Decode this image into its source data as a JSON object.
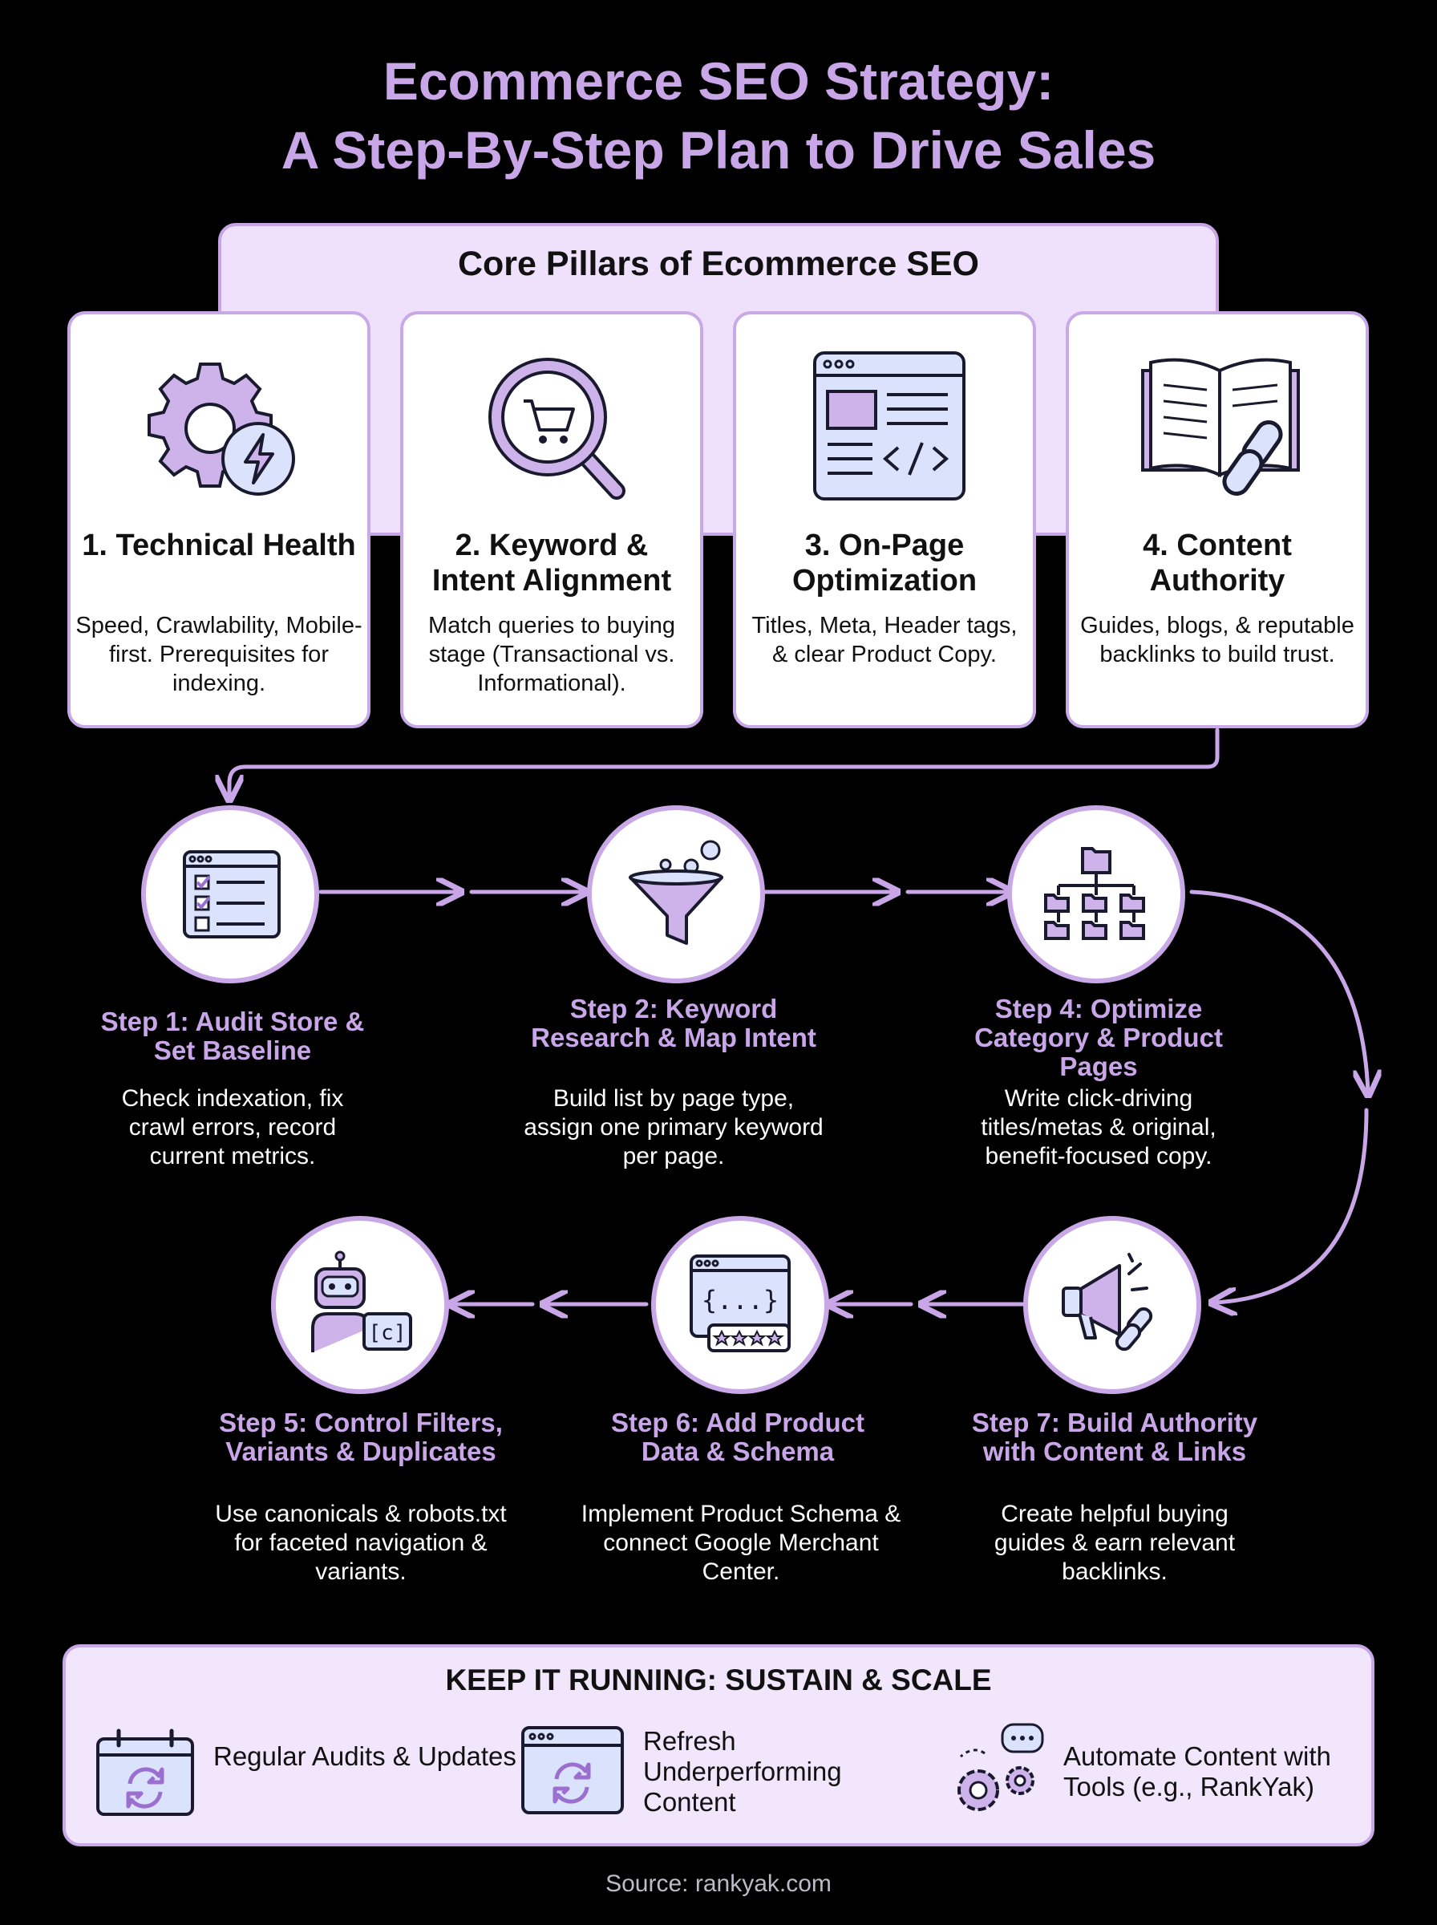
{
  "title_line1": "Ecommerce SEO Strategy:",
  "title_line2": "A Step-By-Step Plan to Drive Sales",
  "pillars": {
    "heading": "Core Pillars of Ecommerce SEO",
    "items": [
      {
        "title": "1. Technical Health",
        "desc": "Speed, Crawlability, Mobile-first. Prerequisites for indexing.",
        "icon": "gear-lightning-icon"
      },
      {
        "title": "2. Keyword & Intent Alignment",
        "desc": "Match queries to buying stage (Transactional vs. Informational).",
        "icon": "magnifier-cart-icon"
      },
      {
        "title": "3. On-Page Optimization",
        "desc": "Titles, Meta, Header tags, & clear Product Copy.",
        "icon": "browser-code-icon"
      },
      {
        "title": "4. Content Authority",
        "desc": "Guides, blogs, & reputable backlinks to build trust.",
        "icon": "book-link-icon"
      }
    ]
  },
  "steps": {
    "s1": {
      "title": "Step 1: Audit Store & Set Baseline",
      "desc": "Check indexation, fix crawl errors, record current metrics.",
      "icon": "checklist-icon"
    },
    "s2": {
      "title": "Step 2: Keyword Research & Map Intent",
      "desc": "Build list by page type, assign one primary keyword per page.",
      "icon": "funnel-icon"
    },
    "s4": {
      "title": "Step 4: Optimize Category & Product Pages",
      "desc": "Write click-driving titles/metas & original, benefit-focused copy.",
      "icon": "sitemap-icon"
    },
    "s7": {
      "title": "Step 7: Build Authority with Content & Links",
      "desc": "Create helpful buying guides & earn relevant backlinks.",
      "icon": "megaphone-link-icon"
    },
    "s6": {
      "title": "Step 6: Add Product Data & Schema",
      "desc": "Implement Product Schema & connect Google Merchant Center.",
      "icon": "code-stars-icon",
      "code_glyph": "{...}"
    },
    "s5": {
      "title": "Step 5: Control Filters, Variants & Duplicates",
      "desc": "Use canonicals & robots.txt for faceted navigation & variants.",
      "icon": "robot-icon",
      "code_glyph": "[c]"
    }
  },
  "sustain": {
    "heading": "KEEP IT RUNNING: SUSTAIN & SCALE",
    "items": [
      {
        "label": "Regular Audits & Updates",
        "icon": "calendar-refresh-icon"
      },
      {
        "label": "Refresh Underperforming Content",
        "icon": "browser-refresh-icon"
      },
      {
        "label": "Automate Content with Tools (e.g., RankYak)",
        "icon": "gears-chat-icon"
      }
    ]
  },
  "source": "Source: rankyak.com",
  "colors": {
    "accent": "#c8a6e8",
    "lavender_fill": "#cdb3ea",
    "light_bg": "#efe1fb",
    "card_border": "#c9a8e7",
    "stroke": "#1a1a2e",
    "blue_fill": "#dbe2fb"
  }
}
